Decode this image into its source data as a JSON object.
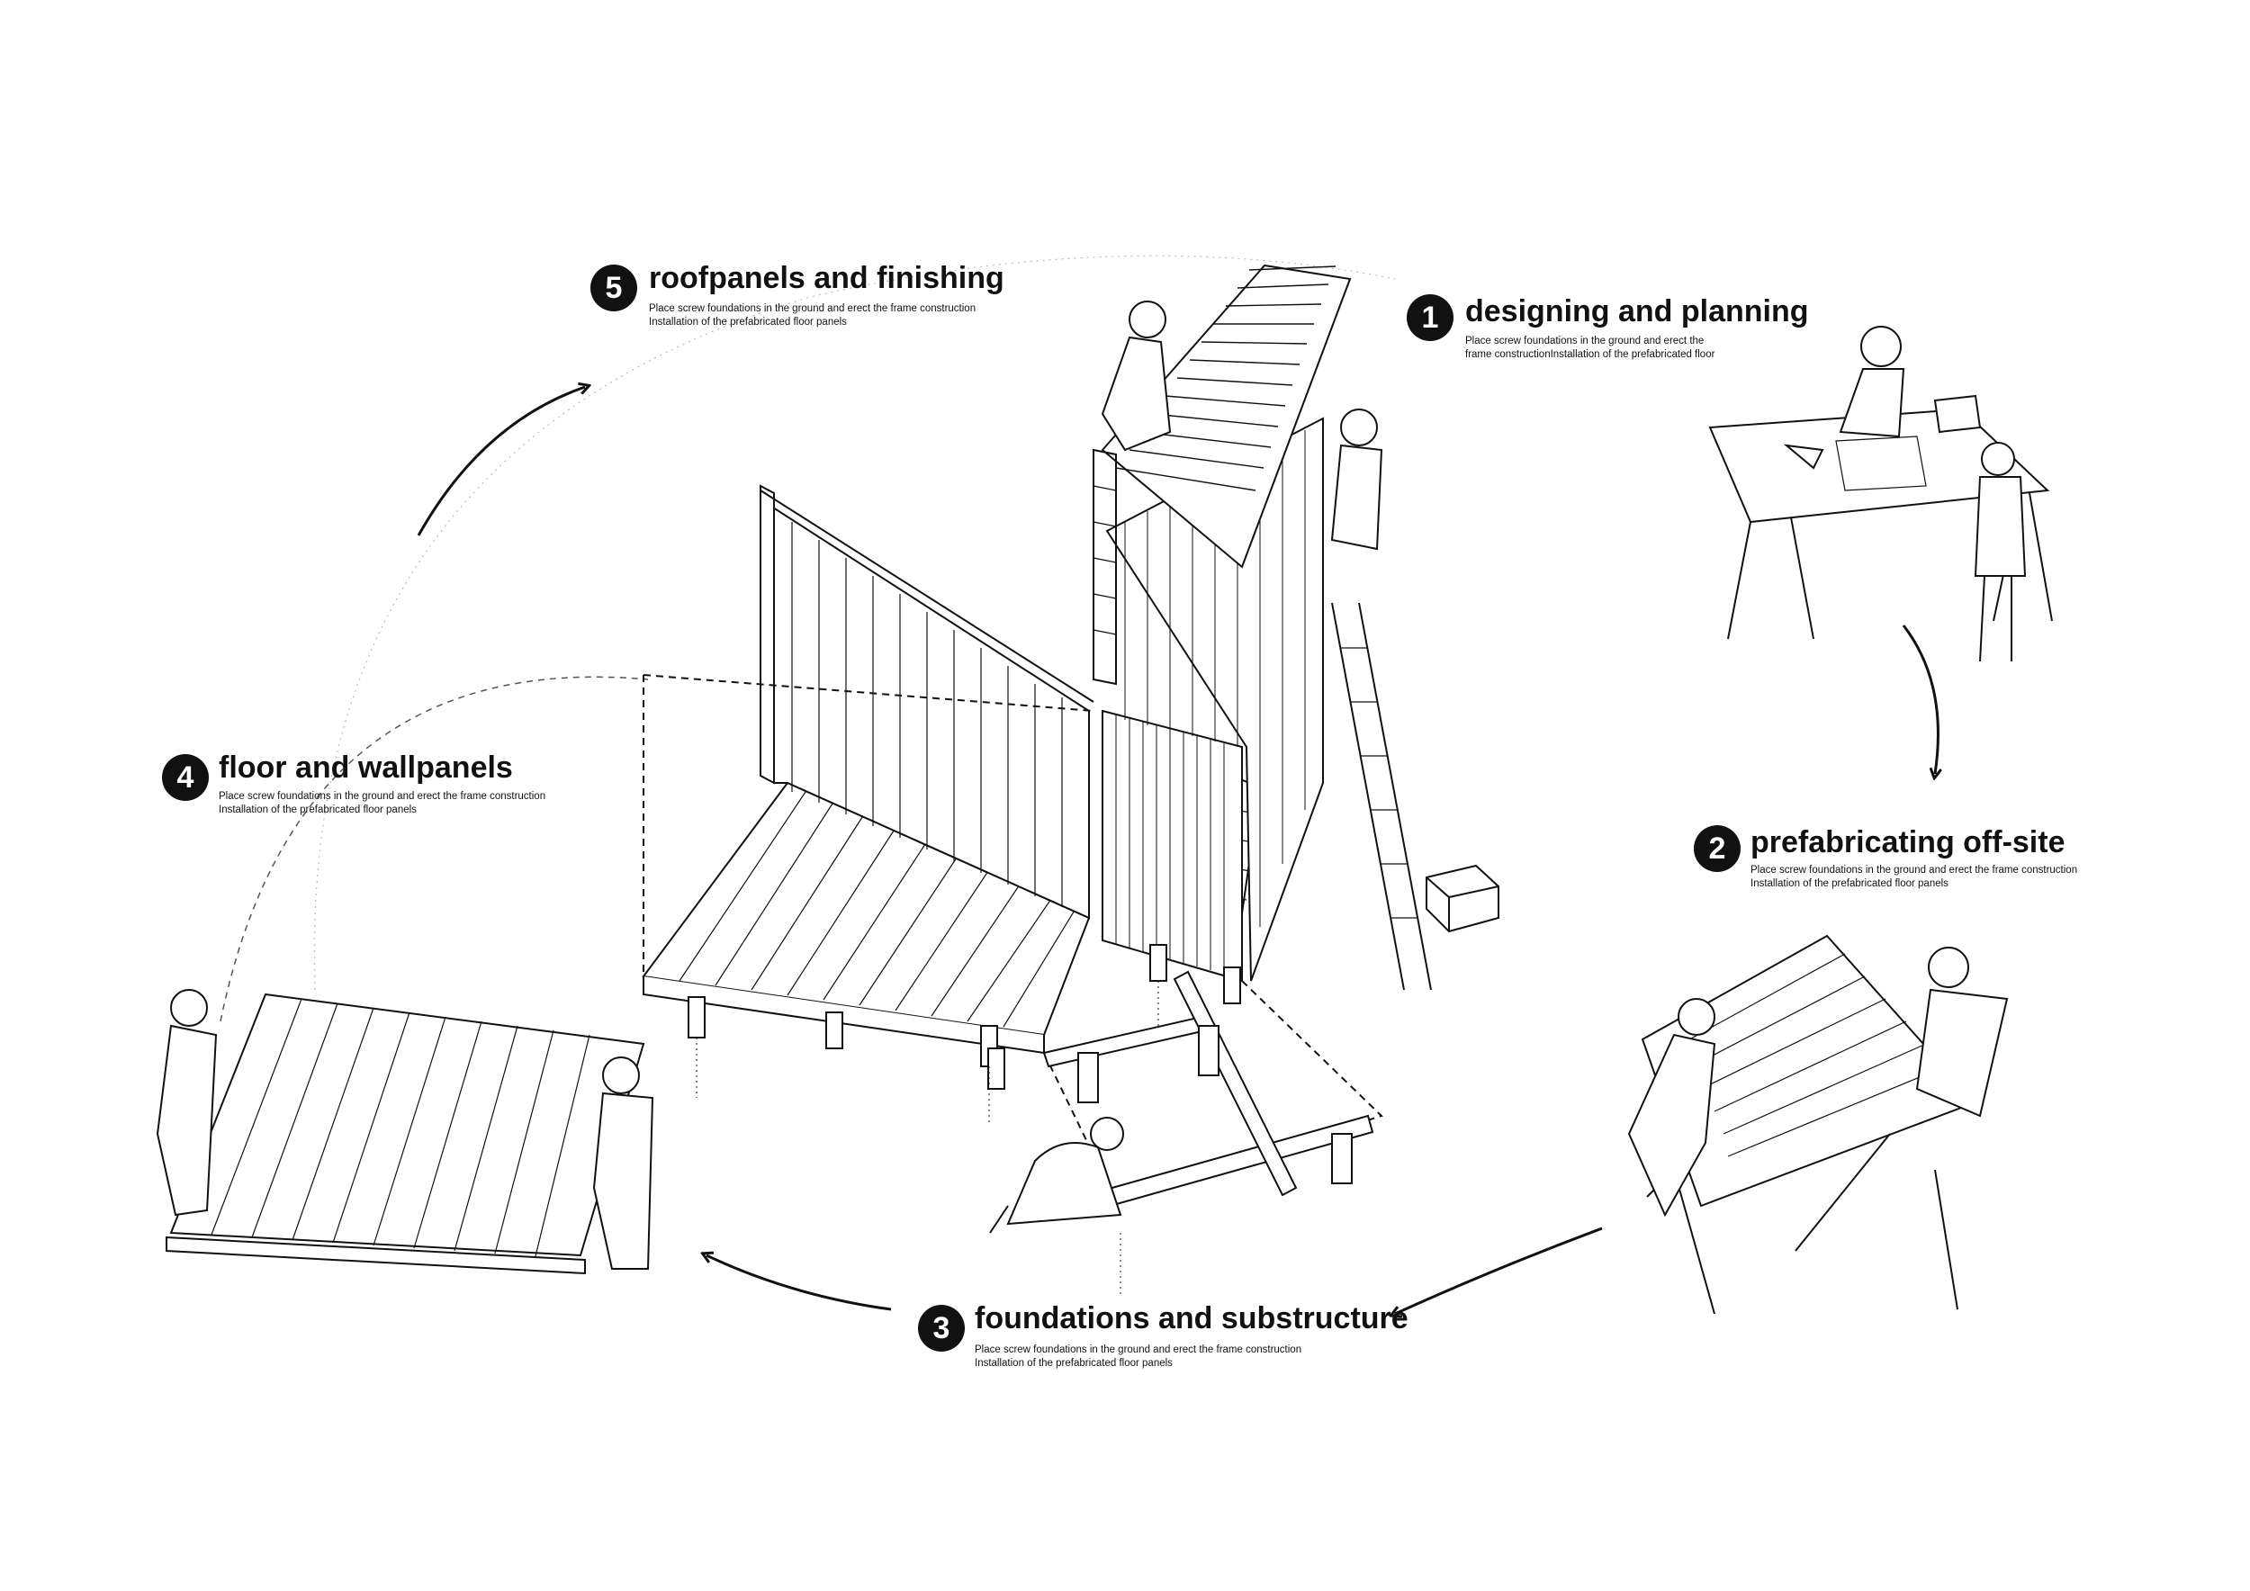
{
  "steps": [
    {
      "number": "1",
      "title": "designing and planning",
      "lines": [
        "Place screw foundations in the ground and erect the",
        "frame constructionInstallation of the prefabricated floor"
      ]
    },
    {
      "number": "2",
      "title": "prefabricating off-site",
      "lines": [
        "Place screw foundations in the ground and erect the frame construction",
        "Installation of the prefabricated floor panels"
      ]
    },
    {
      "number": "3",
      "title": "foundations and substructure",
      "lines": [
        "Place screw foundations in the ground and erect the frame construction",
        "Installation of the prefabricated floor panels"
      ]
    },
    {
      "number": "4",
      "title": "floor and wallpanels",
      "lines": [
        "Place screw foundations in the ground and erect the frame construction",
        "Installation of the prefabricated floor panels"
      ]
    },
    {
      "number": "5",
      "title": "roofpanels and finishing",
      "lines": [
        "Place screw foundations in the ground and erect the frame construction",
        "Installation of the prefabricated floor panels"
      ]
    }
  ],
  "colors": {
    "ink": "#111111",
    "background": "#ffffff"
  }
}
